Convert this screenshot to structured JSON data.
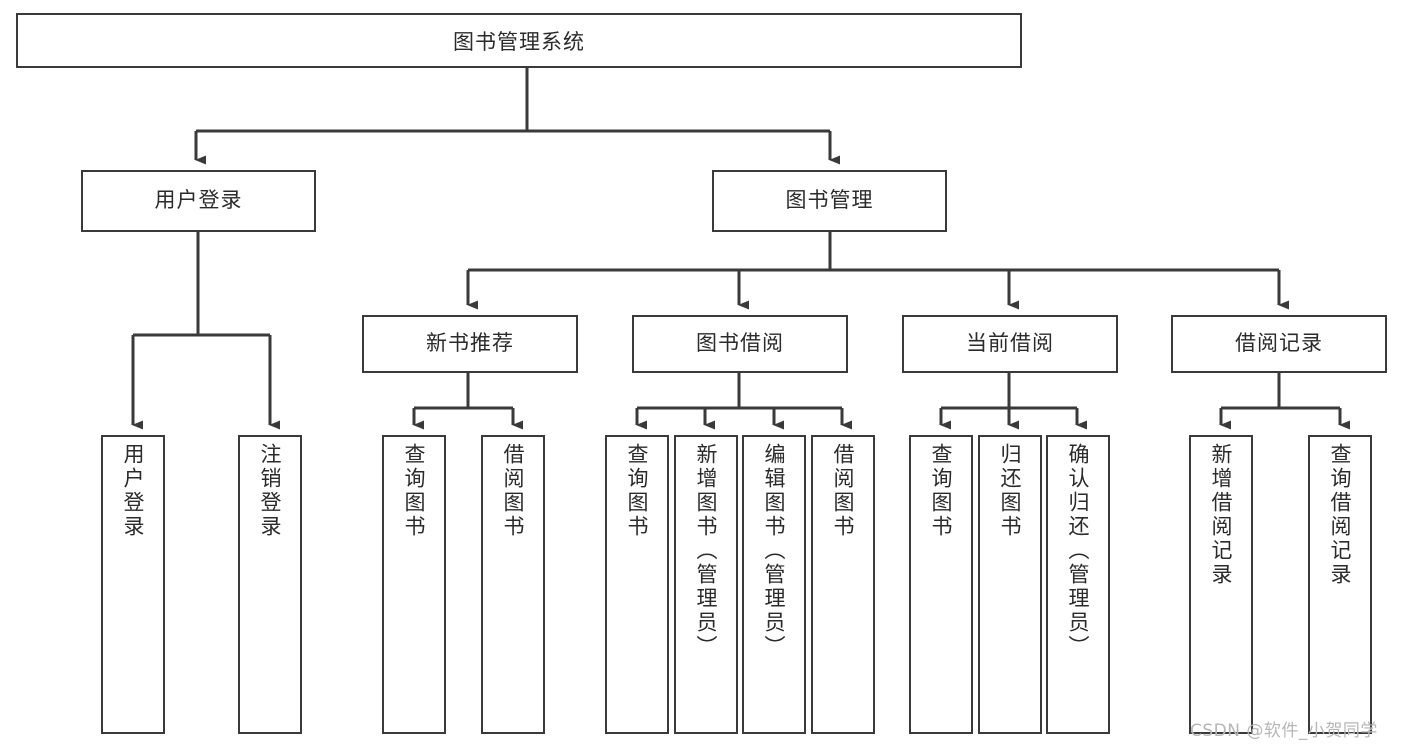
{
  "diagram": {
    "title": "图书管理系统",
    "type": "tree",
    "watermark": "CSDN @软件_小贺同学",
    "colors": {
      "box_border": "#3a3a3a",
      "box_fill": "#ffffff",
      "connector": "#3a3a3a",
      "text": "#2b2b2b",
      "watermark": "#b6b6b6",
      "background": "#ffffff"
    },
    "root": {
      "label": "图书管理系统"
    },
    "level2": [
      {
        "id": "user-login",
        "label": "用户登录"
      },
      {
        "id": "book-manage",
        "label": "图书管理"
      }
    ],
    "level3": [
      {
        "id": "new-book-recommend",
        "label": "新书推荐",
        "parent": "book-manage"
      },
      {
        "id": "book-borrow",
        "label": "图书借阅",
        "parent": "book-manage"
      },
      {
        "id": "current-borrow",
        "label": "当前借阅",
        "parent": "book-manage"
      },
      {
        "id": "borrow-record",
        "label": "借阅记录",
        "parent": "book-manage"
      }
    ],
    "leaves": {
      "user-login": [
        {
          "id": "leaf-user-login",
          "label": "用户登录"
        },
        {
          "id": "leaf-user-logout",
          "label": "注销登录"
        }
      ],
      "new-book-recommend": [
        {
          "id": "leaf-query-book-1",
          "label": "查询图书"
        },
        {
          "id": "leaf-borrow-book-1",
          "label": "借阅图书"
        }
      ],
      "book-borrow": [
        {
          "id": "leaf-query-book-2",
          "label": "查询图书"
        },
        {
          "id": "leaf-add-book",
          "label": "新增图书（管理员）"
        },
        {
          "id": "leaf-edit-book",
          "label": "编辑图书（管理员）"
        },
        {
          "id": "leaf-borrow-book-2",
          "label": "借阅图书"
        }
      ],
      "current-borrow": [
        {
          "id": "leaf-query-book-3",
          "label": "查询图书"
        },
        {
          "id": "leaf-return-book",
          "label": "归还图书"
        },
        {
          "id": "leaf-confirm-return",
          "label": "确认归还（管理员）"
        }
      ],
      "borrow-record": [
        {
          "id": "leaf-add-record",
          "label": "新增借阅记录"
        },
        {
          "id": "leaf-query-record",
          "label": "查询借阅记录"
        }
      ]
    }
  }
}
